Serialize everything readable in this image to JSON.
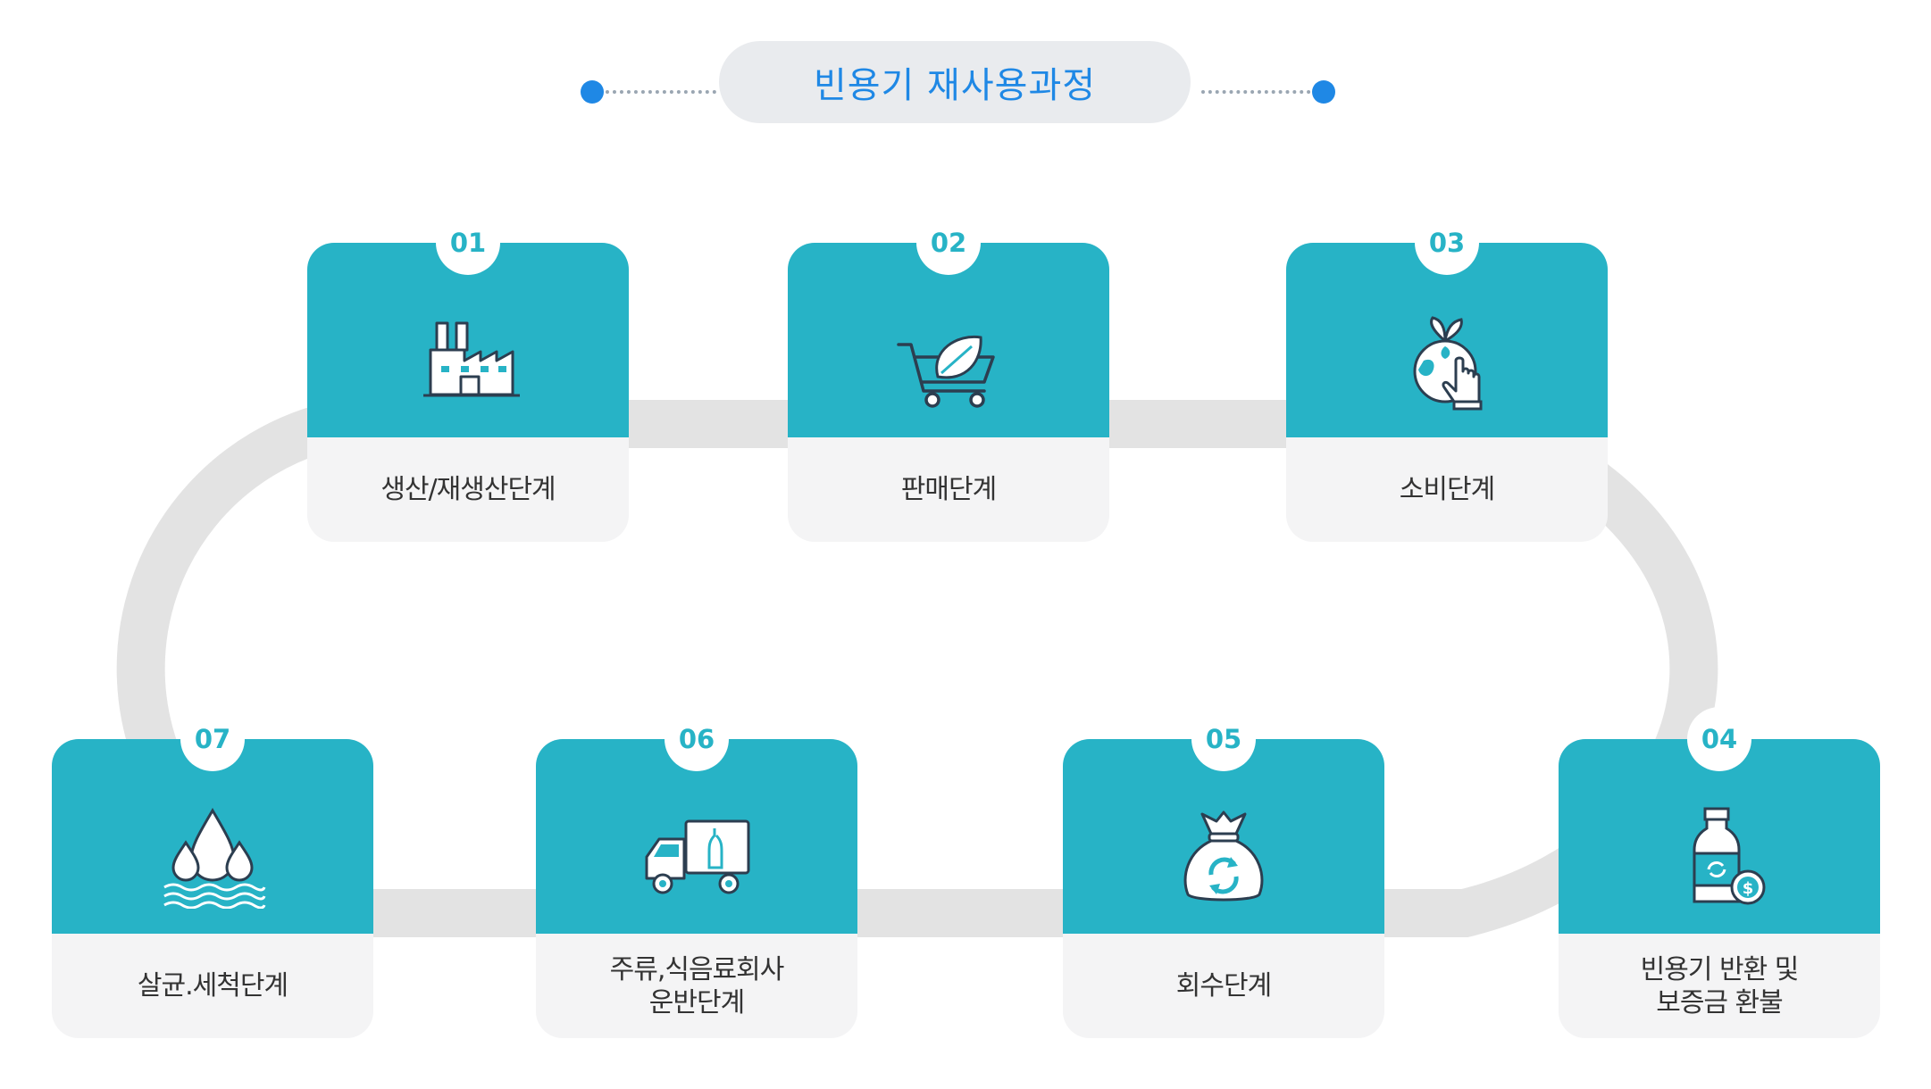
{
  "title": "빈용기 재사용과정",
  "colors": {
    "accent": "#27b3c6",
    "title": "#1f88e5",
    "track": "#e3e3e3",
    "card_bottom": "#f4f4f5",
    "icon_stroke": "#2c3e50"
  },
  "steps": [
    {
      "number": "01",
      "label": "생산/재생산단계",
      "icon": "factory-icon"
    },
    {
      "number": "02",
      "label": "판매단계",
      "icon": "shopping-cart-leaf-icon"
    },
    {
      "number": "03",
      "label": "소비단계",
      "icon": "globe-hand-icon"
    },
    {
      "number": "04",
      "label": "빈용기 반환 및\n보증금 환불",
      "icon": "bottle-coin-icon"
    },
    {
      "number": "05",
      "label": "회수단계",
      "icon": "recycle-bag-icon"
    },
    {
      "number": "06",
      "label": "주류,식음료회사\n운반단계",
      "icon": "delivery-truck-icon"
    },
    {
      "number": "07",
      "label": "살균.세척단계",
      "icon": "water-drops-icon"
    }
  ]
}
